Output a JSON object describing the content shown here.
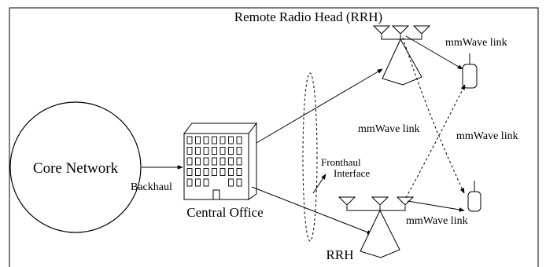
{
  "labels": {
    "rrh_top": "Remote Radio Head (RRH)",
    "rrh_bottom": "RRH",
    "core_network": "Core Network",
    "backhaul": "Backhaul",
    "central_office": "Central Office",
    "fronthaul_line1": "Fronthaul",
    "fronthaul_line2": "Interface",
    "mmwave_top_right": "mmWave link",
    "mmwave_mid_left": "mmWave link",
    "mmwave_mid_right": "mmWave link",
    "mmwave_bottom": "mmWave link"
  }
}
